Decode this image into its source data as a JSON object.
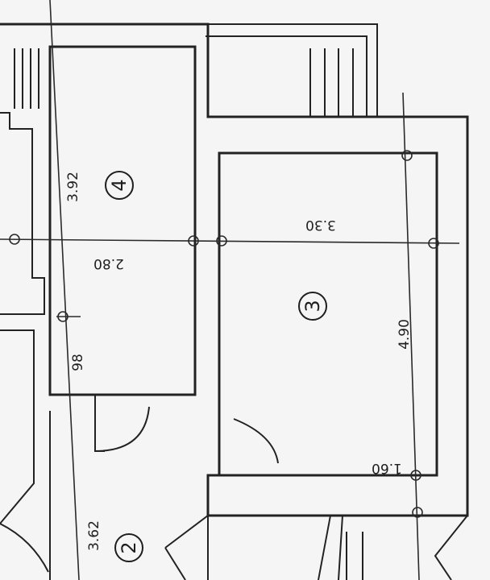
{
  "rooms": [
    {
      "number": "4"
    },
    {
      "number": "3"
    },
    {
      "number": "2"
    }
  ],
  "dimensions": {
    "room4_length": "3.92",
    "room4_width": "2.80",
    "room3_width": "3.30",
    "room3_length": "4.90",
    "passage": "98",
    "corridor": "1.60",
    "room2_length": "3.62"
  },
  "colors": {
    "paper": "#f4f5f4",
    "ink": "#222222"
  }
}
